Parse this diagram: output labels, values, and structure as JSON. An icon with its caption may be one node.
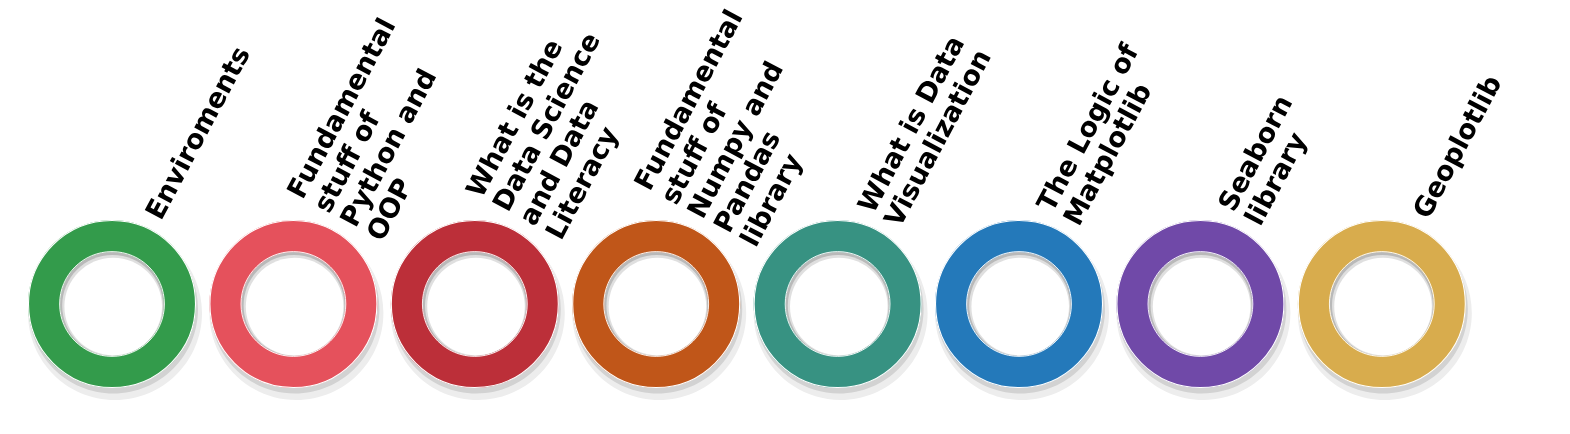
{
  "diagram": {
    "nodes": [
      {
        "text": [
          "Enviroments"
        ]
      },
      {
        "text": [
          "Fundamental stuff of Python and OOP"
        ]
      },
      {
        "text": [
          "What is the Data Science and Data Literacy"
        ]
      },
      {
        "text": [
          "Fundamental stuff of Numpy and Pandas library"
        ]
      },
      {
        "text": [
          "What is Data Visualization"
        ]
      },
      {
        "text": [
          "The Logic of Matplotlib"
        ]
      },
      {
        "text": [
          "Seaborn library"
        ]
      },
      {
        "text": [
          "Geoplotlib"
        ]
      }
    ]
  }
}
